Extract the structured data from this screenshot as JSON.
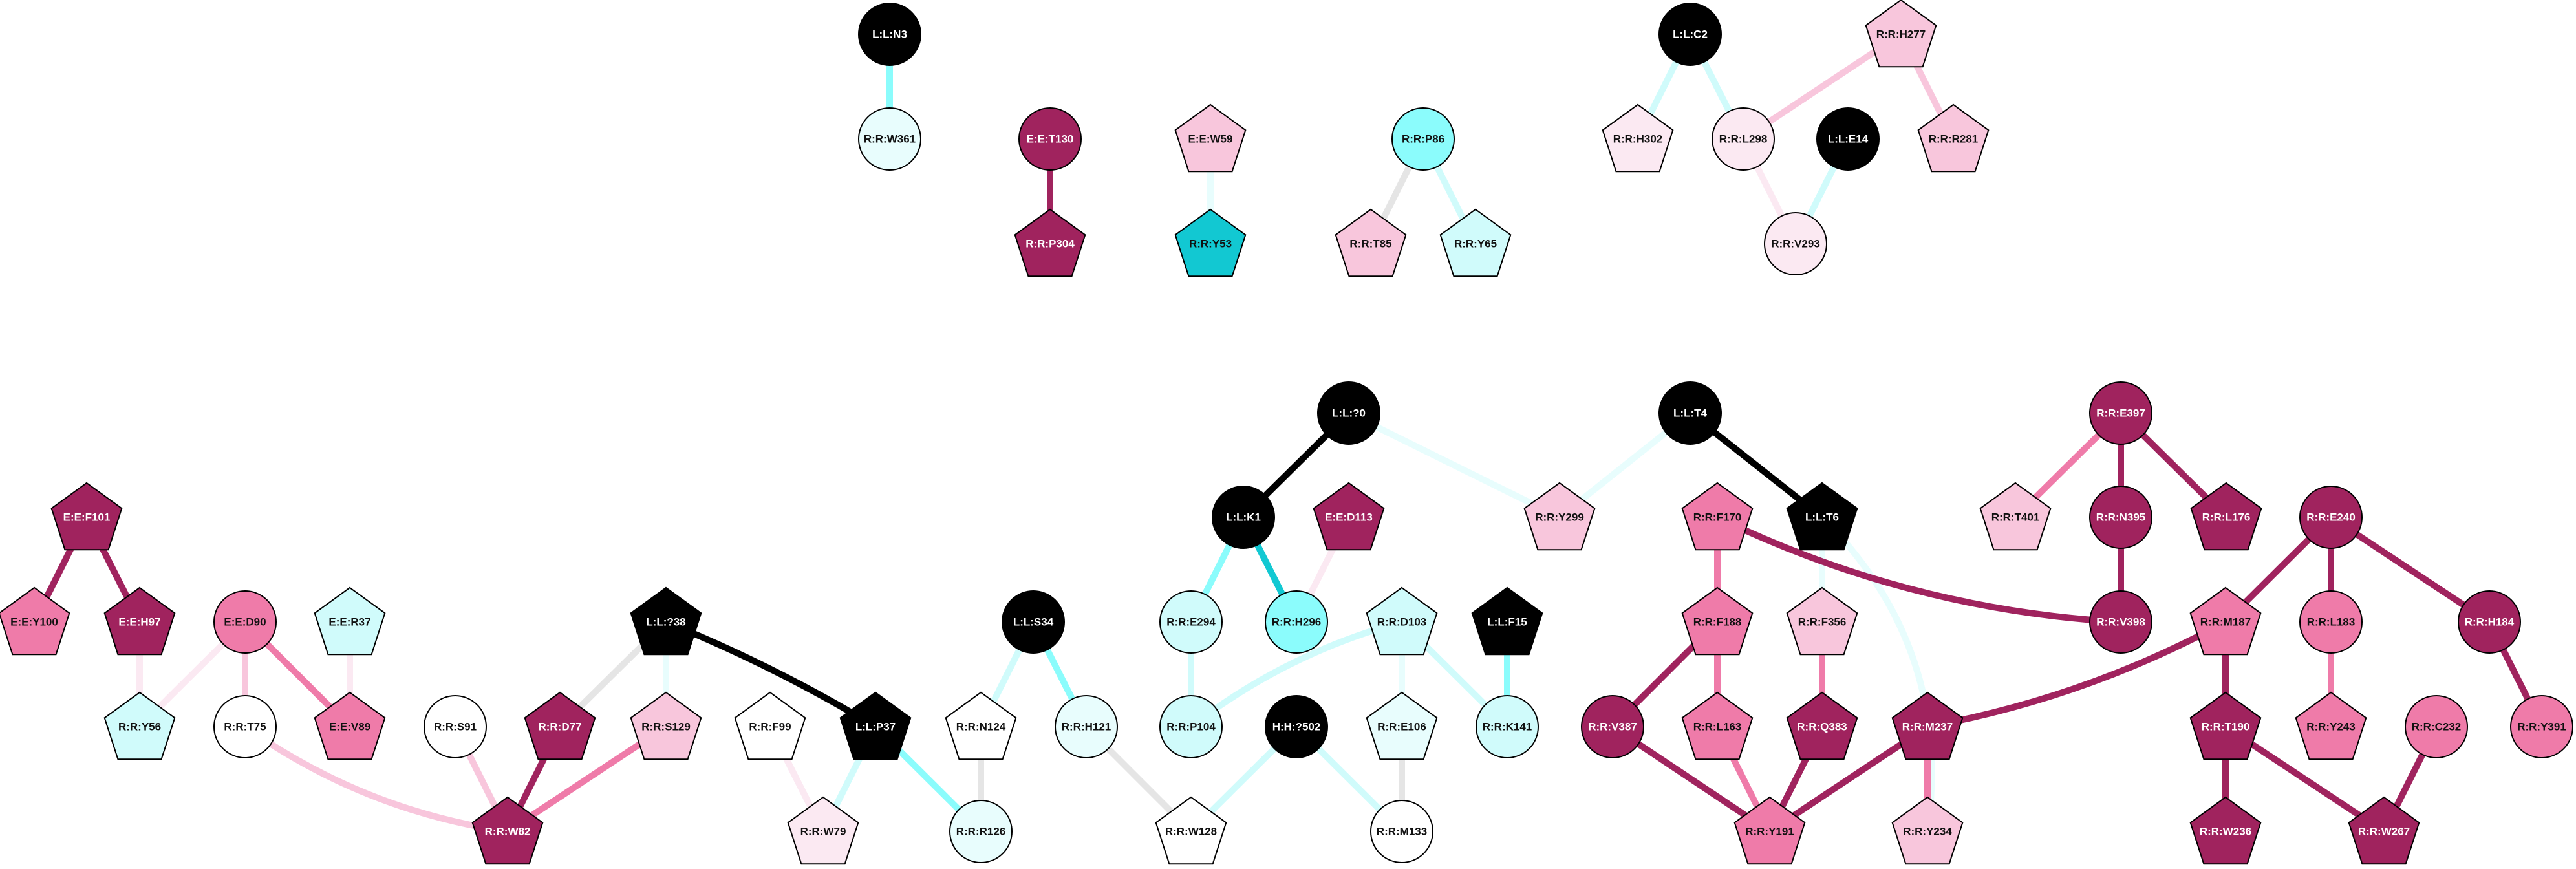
{
  "diagram": {
    "title": "Residue interaction network",
    "node_colors": {
      "ligand": "#000000",
      "dark_magenta": "#a0235e",
      "pink": "#ef7ba9",
      "light_pink": "#f8c6dc",
      "pale_pink": "#fbe9f2",
      "white": "#ffffff",
      "pale_cyan": "#e8fdfd",
      "light_cyan": "#d0fbfb",
      "cyan": "#8bfcfc",
      "teal": "#12c8d2"
    },
    "nodes": [
      {
        "id": "L:L:N3",
        "shape": "circle",
        "color": "ligand"
      },
      {
        "id": "R:R:W361",
        "shape": "circle",
        "color": "pale_cyan"
      },
      {
        "id": "E:E:T130",
        "shape": "circle",
        "color": "dark_magenta"
      },
      {
        "id": "R:R:P304",
        "shape": "pentagon",
        "color": "dark_magenta"
      },
      {
        "id": "E:E:W59",
        "shape": "pentagon",
        "color": "light_pink"
      },
      {
        "id": "R:R:Y53",
        "shape": "pentagon",
        "color": "teal"
      },
      {
        "id": "R:R:P86",
        "shape": "circle",
        "color": "cyan"
      },
      {
        "id": "R:R:T85",
        "shape": "pentagon",
        "color": "light_pink"
      },
      {
        "id": "R:R:Y65",
        "shape": "pentagon",
        "color": "light_cyan"
      },
      {
        "id": "L:L:C2",
        "shape": "circle",
        "color": "ligand"
      },
      {
        "id": "R:R:H302",
        "shape": "pentagon",
        "color": "pale_pink"
      },
      {
        "id": "R:R:L298",
        "shape": "circle",
        "color": "pale_pink"
      },
      {
        "id": "L:L:E14",
        "shape": "circle",
        "color": "ligand"
      },
      {
        "id": "R:R:V293",
        "shape": "circle",
        "color": "pale_pink"
      },
      {
        "id": "R:R:H277",
        "shape": "pentagon",
        "color": "light_pink"
      },
      {
        "id": "R:R:R281",
        "shape": "pentagon",
        "color": "light_pink"
      },
      {
        "id": "E:E:F101",
        "shape": "pentagon",
        "color": "dark_magenta"
      },
      {
        "id": "E:E:Y100",
        "shape": "pentagon",
        "color": "pink"
      },
      {
        "id": "E:E:H97",
        "shape": "pentagon",
        "color": "dark_magenta"
      },
      {
        "id": "E:E:D90",
        "shape": "circle",
        "color": "pink"
      },
      {
        "id": "E:E:R37",
        "shape": "pentagon",
        "color": "light_cyan"
      },
      {
        "id": "R:R:Y56",
        "shape": "pentagon",
        "color": "light_cyan"
      },
      {
        "id": "R:R:T75",
        "shape": "circle",
        "color": "white"
      },
      {
        "id": "E:E:V89",
        "shape": "pentagon",
        "color": "pink"
      },
      {
        "id": "R:R:S91",
        "shape": "circle",
        "color": "white"
      },
      {
        "id": "R:R:D77",
        "shape": "pentagon",
        "color": "dark_magenta"
      },
      {
        "id": "R:R:W82",
        "shape": "pentagon",
        "color": "dark_magenta"
      },
      {
        "id": "L:L:?38",
        "shape": "pentagon",
        "color": "ligand"
      },
      {
        "id": "R:R:S129",
        "shape": "pentagon",
        "color": "light_pink"
      },
      {
        "id": "R:R:F99",
        "shape": "pentagon",
        "color": "white"
      },
      {
        "id": "L:L:P37",
        "shape": "pentagon",
        "color": "ligand"
      },
      {
        "id": "R:R:W79",
        "shape": "pentagon",
        "color": "pale_pink"
      },
      {
        "id": "L:L:S34",
        "shape": "circle",
        "color": "ligand"
      },
      {
        "id": "R:R:N124",
        "shape": "pentagon",
        "color": "white"
      },
      {
        "id": "R:R:H121",
        "shape": "circle",
        "color": "pale_cyan"
      },
      {
        "id": "R:R:R126",
        "shape": "circle",
        "color": "pale_cyan"
      },
      {
        "id": "R:R:W128",
        "shape": "pentagon",
        "color": "white"
      },
      {
        "id": "L:L:?0",
        "shape": "circle",
        "color": "ligand"
      },
      {
        "id": "L:L:K1",
        "shape": "circle",
        "color": "ligand"
      },
      {
        "id": "E:E:D113",
        "shape": "pentagon",
        "color": "dark_magenta"
      },
      {
        "id": "R:R:E294",
        "shape": "circle",
        "color": "light_cyan"
      },
      {
        "id": "R:R:H296",
        "shape": "circle",
        "color": "cyan"
      },
      {
        "id": "R:R:P104",
        "shape": "circle",
        "color": "light_cyan"
      },
      {
        "id": "H:H:?502",
        "shape": "circle",
        "color": "ligand"
      },
      {
        "id": "R:R:D103",
        "shape": "pentagon",
        "color": "light_cyan"
      },
      {
        "id": "R:R:E106",
        "shape": "pentagon",
        "color": "pale_cyan"
      },
      {
        "id": "R:R:M133",
        "shape": "circle",
        "color": "white"
      },
      {
        "id": "L:L:F15",
        "shape": "pentagon",
        "color": "ligand"
      },
      {
        "id": "R:R:K141",
        "shape": "circle",
        "color": "light_cyan"
      },
      {
        "id": "R:R:Y299",
        "shape": "pentagon",
        "color": "light_pink"
      },
      {
        "id": "L:L:T4",
        "shape": "circle",
        "color": "ligand"
      },
      {
        "id": "L:L:T6",
        "shape": "pentagon",
        "color": "ligand"
      },
      {
        "id": "R:R:F170",
        "shape": "pentagon",
        "color": "pink"
      },
      {
        "id": "R:R:F188",
        "shape": "pentagon",
        "color": "pink"
      },
      {
        "id": "R:R:F356",
        "shape": "pentagon",
        "color": "light_pink"
      },
      {
        "id": "R:R:V387",
        "shape": "circle",
        "color": "dark_magenta"
      },
      {
        "id": "R:R:L163",
        "shape": "pentagon",
        "color": "pink"
      },
      {
        "id": "R:R:Q383",
        "shape": "pentagon",
        "color": "dark_magenta"
      },
      {
        "id": "R:R:M237",
        "shape": "pentagon",
        "color": "dark_magenta"
      },
      {
        "id": "R:R:Y191",
        "shape": "pentagon",
        "color": "pink"
      },
      {
        "id": "R:R:Y234",
        "shape": "pentagon",
        "color": "light_pink"
      },
      {
        "id": "R:R:E397",
        "shape": "circle",
        "color": "dark_magenta"
      },
      {
        "id": "R:R:T401",
        "shape": "pentagon",
        "color": "light_pink"
      },
      {
        "id": "R:R:N395",
        "shape": "circle",
        "color": "dark_magenta"
      },
      {
        "id": "R:R:L176",
        "shape": "pentagon",
        "color": "dark_magenta"
      },
      {
        "id": "R:R:V398",
        "shape": "circle",
        "color": "dark_magenta"
      },
      {
        "id": "R:R:E240",
        "shape": "circle",
        "color": "dark_magenta"
      },
      {
        "id": "R:R:M187",
        "shape": "pentagon",
        "color": "pink"
      },
      {
        "id": "R:R:L183",
        "shape": "circle",
        "color": "pink"
      },
      {
        "id": "R:R:H184",
        "shape": "circle",
        "color": "dark_magenta"
      },
      {
        "id": "R:R:T190",
        "shape": "pentagon",
        "color": "dark_magenta"
      },
      {
        "id": "R:R:Y243",
        "shape": "pentagon",
        "color": "pink"
      },
      {
        "id": "R:R:C232",
        "shape": "circle",
        "color": "pink"
      },
      {
        "id": "R:R:Y391",
        "shape": "circle",
        "color": "pink"
      },
      {
        "id": "R:R:W236",
        "shape": "pentagon",
        "color": "dark_magenta"
      },
      {
        "id": "R:R:W267",
        "shape": "pentagon",
        "color": "dark_magenta"
      }
    ],
    "edge_colors": {
      "black": "#000000",
      "dark_magenta": "#a0235e",
      "pink": "#ef7ba9",
      "light_pink": "#f8c6dc",
      "pale_pink": "#fbe9f2",
      "grey": "#e5e5e5",
      "pale_cyan": "#e8fdfd",
      "light_cyan": "#d0fbfb",
      "cyan": "#8bfcfc",
      "teal": "#12c8d2"
    },
    "edges": [
      {
        "source": "L:L:N3",
        "target": "R:R:W361",
        "color": "cyan"
      },
      {
        "source": "E:E:T130",
        "target": "R:R:P304",
        "color": "dark_magenta"
      },
      {
        "source": "E:E:W59",
        "target": "R:R:Y53",
        "color": "pale_cyan"
      },
      {
        "source": "R:R:P86",
        "target": "R:R:T85",
        "color": "grey"
      },
      {
        "source": "R:R:P86",
        "target": "R:R:Y65",
        "color": "light_cyan"
      },
      {
        "source": "L:L:C2",
        "target": "R:R:H302",
        "color": "light_cyan"
      },
      {
        "source": "L:L:C2",
        "target": "R:R:L298",
        "color": "light_cyan"
      },
      {
        "source": "R:R:H277",
        "target": "R:R:L298",
        "color": "light_pink"
      },
      {
        "source": "R:R:H277",
        "target": "R:R:R281",
        "color": "light_pink"
      },
      {
        "source": "R:R:L298",
        "target": "R:R:V293",
        "color": "pale_pink"
      },
      {
        "source": "L:L:E14",
        "target": "R:R:V293",
        "color": "light_cyan"
      },
      {
        "source": "E:E:F101",
        "target": "E:E:Y100",
        "color": "dark_magenta"
      },
      {
        "source": "E:E:F101",
        "target": "E:E:H97",
        "color": "dark_magenta"
      },
      {
        "source": "E:E:H97",
        "target": "R:R:Y56",
        "color": "pale_pink"
      },
      {
        "source": "E:E:D90",
        "target": "R:R:Y56",
        "color": "pale_pink"
      },
      {
        "source": "E:E:D90",
        "target": "R:R:T75",
        "color": "light_pink"
      },
      {
        "source": "E:E:D90",
        "target": "E:E:V89",
        "color": "pink"
      },
      {
        "source": "E:E:R37",
        "target": "E:E:V89",
        "color": "pale_pink"
      },
      {
        "source": "R:R:T75",
        "target": "R:R:W82",
        "color": "light_pink",
        "curve": 0.12
      },
      {
        "source": "R:R:S91",
        "target": "R:R:W82",
        "color": "light_pink"
      },
      {
        "source": "R:R:D77",
        "target": "R:R:W82",
        "color": "dark_magenta"
      },
      {
        "source": "R:R:S129",
        "target": "R:R:W82",
        "color": "pink"
      },
      {
        "source": "L:L:?38",
        "target": "R:R:D77",
        "color": "grey"
      },
      {
        "source": "L:L:?38",
        "target": "R:R:S129",
        "color": "pale_cyan"
      },
      {
        "source": "L:L:?38",
        "target": "L:L:P37",
        "color": "black",
        "curve": -0.04
      },
      {
        "source": "R:R:F99",
        "target": "R:R:W79",
        "color": "pale_pink"
      },
      {
        "source": "L:L:P37",
        "target": "R:R:W79",
        "color": "light_cyan"
      },
      {
        "source": "L:L:P37",
        "target": "R:R:R126",
        "color": "cyan"
      },
      {
        "source": "L:L:S34",
        "target": "R:R:N124",
        "color": "light_cyan"
      },
      {
        "source": "L:L:S34",
        "target": "R:R:H121",
        "color": "cyan"
      },
      {
        "source": "R:R:N124",
        "target": "R:R:R126",
        "color": "grey"
      },
      {
        "source": "R:R:H121",
        "target": "R:R:W128",
        "color": "grey"
      },
      {
        "source": "H:H:?502",
        "target": "R:R:W128",
        "color": "light_cyan"
      },
      {
        "source": "H:H:?502",
        "target": "R:R:M133",
        "color": "light_cyan"
      },
      {
        "source": "L:L:?0",
        "target": "L:L:K1",
        "color": "black"
      },
      {
        "source": "L:L:?0",
        "target": "R:R:Y299",
        "color": "pale_cyan"
      },
      {
        "source": "L:L:K1",
        "target": "R:R:E294",
        "color": "cyan"
      },
      {
        "source": "L:L:K1",
        "target": "R:R:H296",
        "color": "teal"
      },
      {
        "source": "E:E:D113",
        "target": "R:R:H296",
        "color": "pale_pink"
      },
      {
        "source": "R:R:E294",
        "target": "R:R:P104",
        "color": "light_cyan"
      },
      {
        "source": "R:R:D103",
        "target": "R:R:P104",
        "color": "light_cyan",
        "curve": 0.1
      },
      {
        "source": "R:R:D103",
        "target": "R:R:E106",
        "color": "pale_cyan"
      },
      {
        "source": "R:R:D103",
        "target": "R:R:K141",
        "color": "light_cyan"
      },
      {
        "source": "R:R:E106",
        "target": "R:R:M133",
        "color": "grey"
      },
      {
        "source": "L:L:F15",
        "target": "R:R:K141",
        "color": "cyan"
      },
      {
        "source": "L:L:T4",
        "target": "R:R:Y299",
        "color": "pale_cyan"
      },
      {
        "source": "L:L:T4",
        "target": "L:L:T6",
        "color": "black"
      },
      {
        "source": "L:L:T6",
        "target": "R:R:F356",
        "color": "pale_cyan"
      },
      {
        "source": "L:L:T6",
        "target": "R:R:Y234",
        "color": "pale_cyan",
        "curve": -0.25
      },
      {
        "source": "R:R:F170",
        "target": "R:R:F188",
        "color": "pink"
      },
      {
        "source": "R:R:F170",
        "target": "R:R:V398",
        "color": "dark_magenta",
        "curve": 0.1
      },
      {
        "source": "R:R:F188",
        "target": "R:R:V387",
        "color": "dark_magenta"
      },
      {
        "source": "R:R:F188",
        "target": "R:R:L163",
        "color": "pink"
      },
      {
        "source": "R:R:F356",
        "target": "R:R:Q383",
        "color": "pink"
      },
      {
        "source": "R:R:V387",
        "target": "R:R:Y191",
        "color": "dark_magenta"
      },
      {
        "source": "R:R:L163",
        "target": "R:R:Y191",
        "color": "pink"
      },
      {
        "source": "R:R:Q383",
        "target": "R:R:Y191",
        "color": "dark_magenta"
      },
      {
        "source": "R:R:M237",
        "target": "R:R:Y191",
        "color": "dark_magenta"
      },
      {
        "source": "R:R:M237",
        "target": "R:R:Y234",
        "color": "pink"
      },
      {
        "source": "R:R:M237",
        "target": "R:R:M187",
        "color": "dark_magenta",
        "curve": 0.08
      },
      {
        "source": "R:R:E397",
        "target": "R:R:T401",
        "color": "pink"
      },
      {
        "source": "R:R:E397",
        "target": "R:R:N395",
        "color": "dark_magenta"
      },
      {
        "source": "R:R:E397",
        "target": "R:R:L176",
        "color": "dark_magenta"
      },
      {
        "source": "R:R:N395",
        "target": "R:R:V398",
        "color": "dark_magenta"
      },
      {
        "source": "R:R:E240",
        "target": "R:R:M187",
        "color": "dark_magenta"
      },
      {
        "source": "R:R:E240",
        "target": "R:R:L183",
        "color": "dark_magenta"
      },
      {
        "source": "R:R:E240",
        "target": "R:R:H184",
        "color": "dark_magenta"
      },
      {
        "source": "R:R:M187",
        "target": "R:R:T190",
        "color": "dark_magenta"
      },
      {
        "source": "R:R:L183",
        "target": "R:R:Y243",
        "color": "pink"
      },
      {
        "source": "R:R:H184",
        "target": "R:R:Y391",
        "color": "dark_magenta"
      },
      {
        "source": "R:R:T190",
        "target": "R:R:W236",
        "color": "dark_magenta"
      },
      {
        "source": "R:R:T190",
        "target": "R:R:W267",
        "color": "dark_magenta"
      },
      {
        "source": "R:R:C232",
        "target": "R:R:W267",
        "color": "dark_magenta"
      }
    ]
  }
}
